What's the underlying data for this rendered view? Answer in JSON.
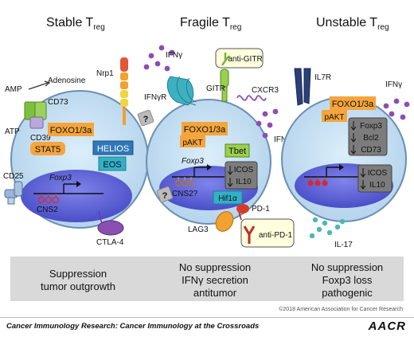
{
  "panels": {
    "stable": {
      "title": "Stable T",
      "title_sub": "reg",
      "molecules": {
        "amp": "AMP",
        "adenosine": "Adenosine",
        "cd73": "CD73",
        "atp": "ATP",
        "cd39": "CD39",
        "nrp1": "Nrp1",
        "foxo": "FOXO1/3a",
        "stat5": "STAT5",
        "helios": "HELIOS",
        "eos": "EOS",
        "foxp3": "Foxp3",
        "cns2": "CNS2",
        "cd25": "CD25",
        "ctla4": "CTLA-4"
      },
      "outcome": [
        "Suppression",
        "tumor outgrowth"
      ]
    },
    "fragile": {
      "title": "Fragile T",
      "title_sub": "reg",
      "molecules": {
        "ifng": "IFNγ",
        "ifngr": "IFNγR",
        "anti_gitr": "anti-GITR",
        "gitr": "GITR",
        "cxcr3": "CXCR3",
        "ifng2": "IFNγ",
        "question1": "?",
        "question2": "?",
        "foxo": "FOXO1/3a",
        "pakt": "pAKT",
        "tbet": "Tbet",
        "foxp3": "Foxp3",
        "icos": "ICOS",
        "il10": "IL10",
        "cns2": "CNS2?",
        "hif1a": "Hif1α",
        "pd1": "PD-1",
        "lag3": "LAG3",
        "anti_pd1": "anti-PD-1"
      },
      "outcome": [
        "No suppression",
        "IFNγ secretion",
        "antitumor"
      ]
    },
    "unstable": {
      "title": "Unstable T",
      "title_sub": "reg",
      "molecules": {
        "il7r": "IL7R",
        "ifng": "IFNγ",
        "foxo": "FOXO1/3a",
        "pakt": "pAKT",
        "foxp3": "Foxp3",
        "bcl2": "Bcl2",
        "cd73": "CD73",
        "icos": "ICOS",
        "il10": "IL10",
        "il17": "IL-17"
      },
      "outcome": [
        "No suppression",
        "Foxp3 loss",
        "pathogenic"
      ]
    }
  },
  "copyright": "©2018 American Association for Cancer Research",
  "footer": {
    "journal": "Cancer Immunology Research: Cancer Immunology at the Crossroads",
    "logo": "AACR"
  },
  "colors": {
    "cell_fill": "#c5dff1",
    "cell_border": "#6a8fb3",
    "nucleus": "#5b5fd6",
    "orange_box": "#f5a53c",
    "green_box": "#9bcf4e",
    "blue_box": "#2f78b8",
    "teal_box": "#33b0c8",
    "purple_dot": "#8a4fb0",
    "teal_dot": "#4cb8b3",
    "red_cpg": "#d62a2a",
    "outcome_band": "#d9d9d9"
  }
}
